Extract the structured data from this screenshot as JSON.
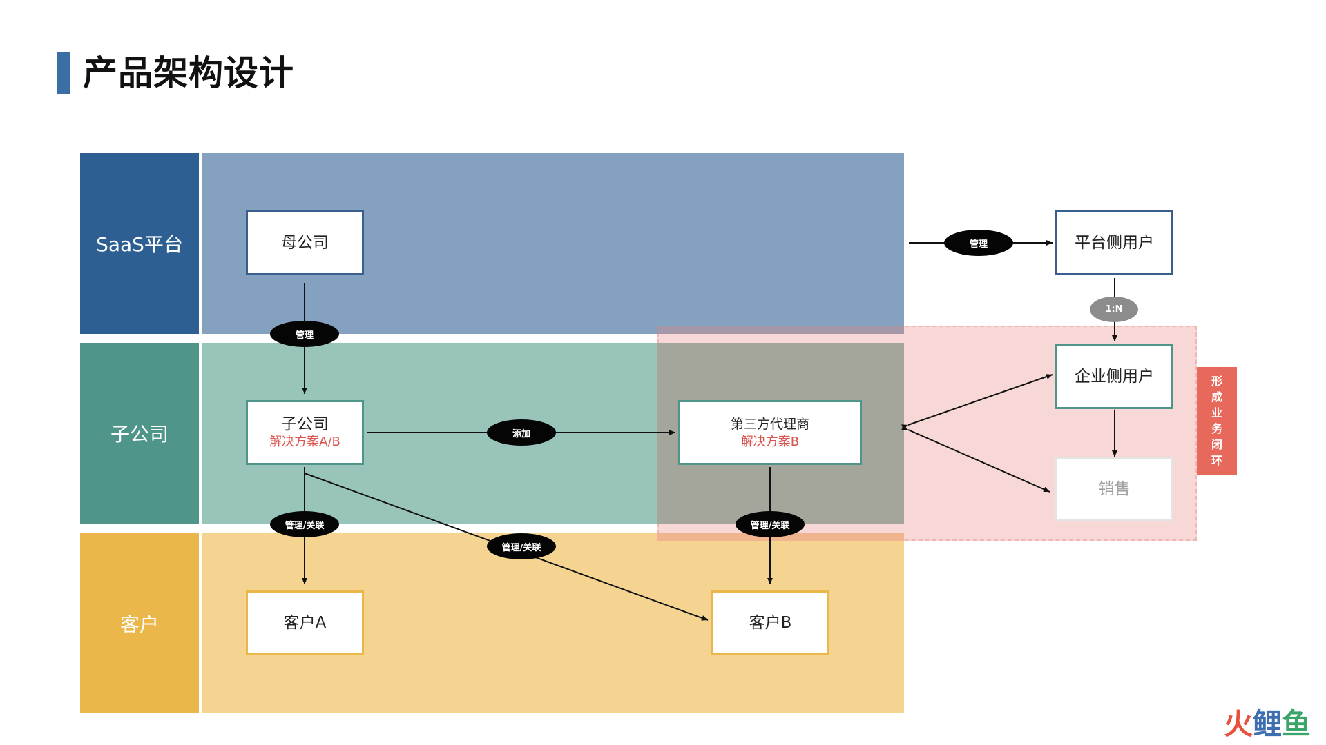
{
  "title": "产品架构设计",
  "lanes": {
    "saas": "SaaS平台",
    "subsidiary": "子公司",
    "customer": "客户"
  },
  "nodes": {
    "parent_company": "母公司",
    "subsidiary": "子公司",
    "subsidiary_solution": "解决方案A/B",
    "third_party_agent": "第三方代理商",
    "agent_solution": "解决方案B",
    "customer_a": "客户A",
    "customer_b": "客户B",
    "platform_user": "平台侧用户",
    "enterprise_user": "企业侧用户",
    "sales": "销售"
  },
  "edge_labels": {
    "manage_top": "管理",
    "manage_parent": "管理",
    "add": "添加",
    "manage_link_a": "管理/关联",
    "manage_link_cross": "管理/关联",
    "manage_link_b": "管理/关联",
    "ratio": "1:N"
  },
  "loop_tag": [
    "形",
    "成",
    "业",
    "务",
    "闭",
    "环"
  ],
  "watermark": [
    "火",
    "鲤",
    "鱼"
  ],
  "colors": {
    "saas_lane": "#2d5f92",
    "saas_area": "#84a2c0",
    "sub_lane": "#4f958a",
    "sub_area": "#98c4ba",
    "cust_lane": "#ebb74a",
    "cust_area": "#f5d391",
    "overlap": "#a4a69c",
    "pink_zone": "#f7d8d6",
    "loop_tag": "#e7695c"
  }
}
